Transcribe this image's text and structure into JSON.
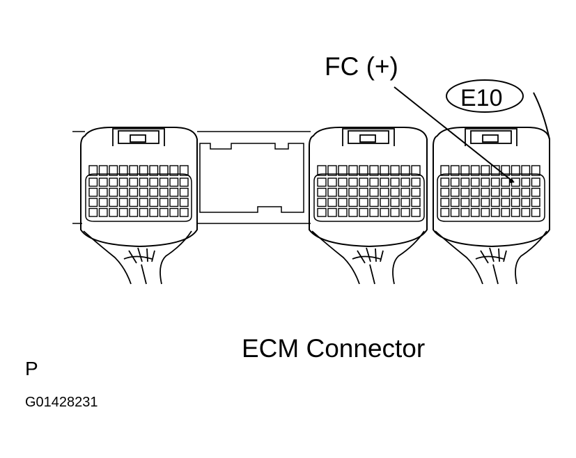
{
  "labels": {
    "pin_label": "FC (+)",
    "connector_code": "E10",
    "caption": "ECM Connector",
    "page_letter": "P",
    "figure_id": "G01428231"
  }
}
